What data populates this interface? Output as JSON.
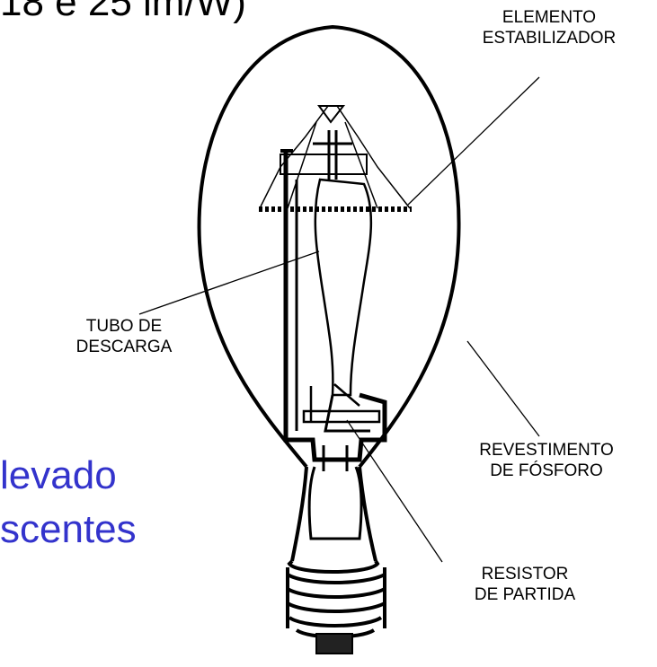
{
  "slide": {
    "top_text": "18 e 25 lm/W)",
    "blue_line1": "levado",
    "blue_line2": "scentes",
    "text_color": "#000000",
    "accent_color": "#3333cc"
  },
  "diagram": {
    "labels": {
      "estabilizador": {
        "line1": "ELEMENTO",
        "line2": "ESTABILIZADOR"
      },
      "tubo": {
        "line1": "TUBO DE",
        "line2": "DESCARGA"
      },
      "revestimento": {
        "line1": "REVESTIMENTO",
        "line2": "DE FÓSFORO"
      },
      "resistor": {
        "line1": "RESISTOR",
        "line2": "DE PARTIDA"
      }
    }
  }
}
